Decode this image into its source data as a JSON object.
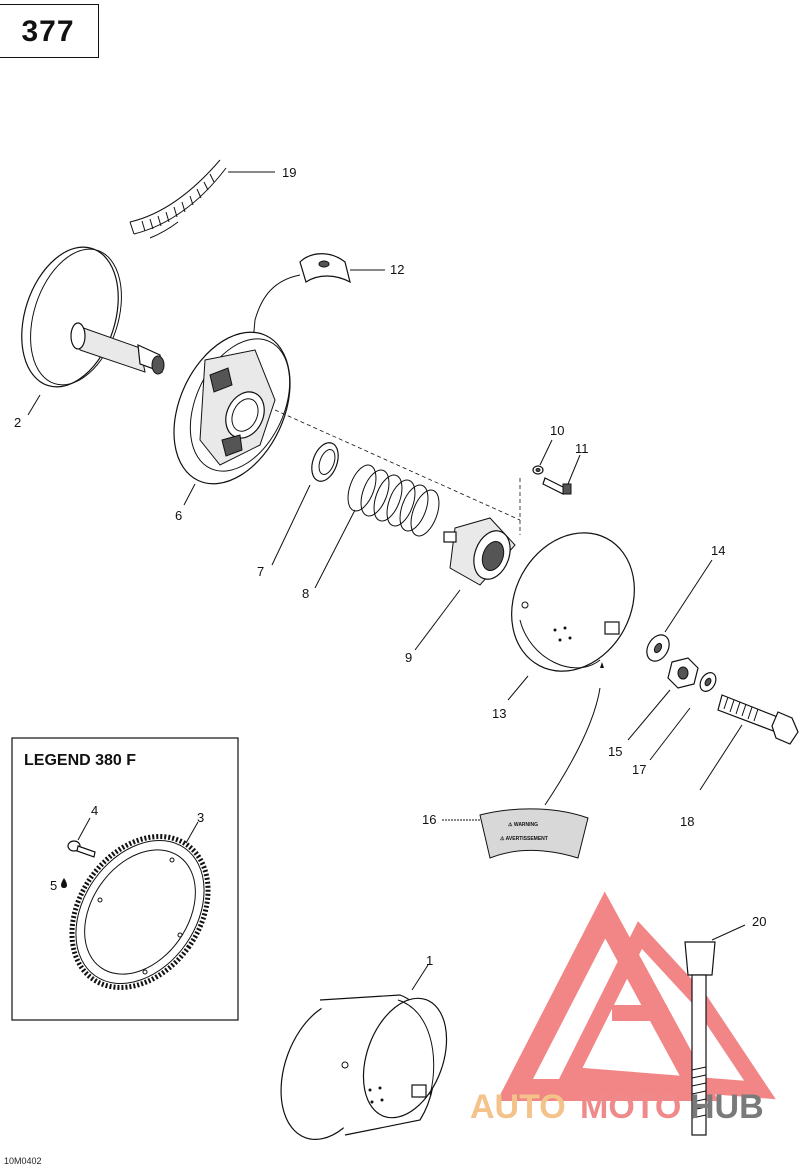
{
  "page": {
    "number": "377",
    "drawing_ref": "10M0402"
  },
  "legend_box": {
    "title": "LEGEND 380 F"
  },
  "callouts": [
    {
      "id": "c1",
      "text": "1"
    },
    {
      "id": "c2",
      "text": "2"
    },
    {
      "id": "c3",
      "text": "3"
    },
    {
      "id": "c4",
      "text": "4"
    },
    {
      "id": "c5",
      "text": "5"
    },
    {
      "id": "c6",
      "text": "6"
    },
    {
      "id": "c7",
      "text": "7"
    },
    {
      "id": "c8",
      "text": "8"
    },
    {
      "id": "c9",
      "text": "9"
    },
    {
      "id": "c10",
      "text": "10"
    },
    {
      "id": "c11",
      "text": "11"
    },
    {
      "id": "c12",
      "text": "12"
    },
    {
      "id": "c13",
      "text": "13"
    },
    {
      "id": "c14",
      "text": "14"
    },
    {
      "id": "c15",
      "text": "15"
    },
    {
      "id": "c16",
      "text": "16"
    },
    {
      "id": "c17",
      "text": "17"
    },
    {
      "id": "c18",
      "text": "18"
    },
    {
      "id": "c19",
      "text": "19"
    },
    {
      "id": "c20",
      "text": "20"
    }
  ],
  "warning_label": {
    "line1": "⚠ WARNING",
    "line2": "⚠ AVERTISSEMENT"
  },
  "watermark": {
    "part1": "AUTO",
    "part2": "MOTO",
    "part3": "HUB",
    "color1": "#f4c38a",
    "color2": "#f08a8a",
    "color3": "#7a7a7a"
  },
  "colors": {
    "ink": "#111111",
    "watermark_red": "#f07070"
  }
}
